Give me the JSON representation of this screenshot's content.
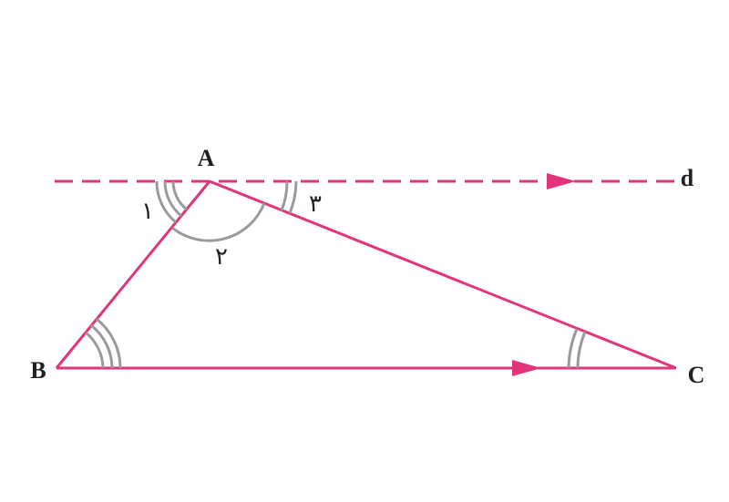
{
  "labels": {
    "A": "A",
    "B": "B",
    "C": "C",
    "d": "d",
    "angle1": "۱",
    "angle2": "۲",
    "angle3": "۳"
  },
  "colors": {
    "line": "#e0357a",
    "arc": "#9a9a9a",
    "text": "#222222"
  }
}
